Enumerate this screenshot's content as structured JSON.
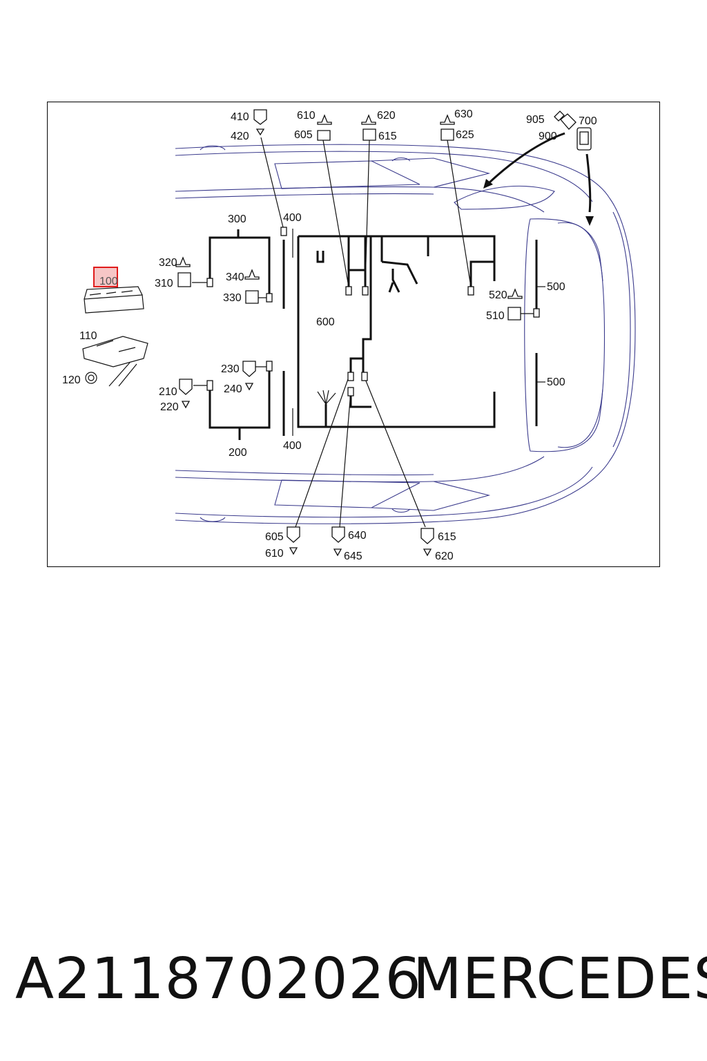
{
  "diagram": {
    "highlighted_label": "100",
    "labels": {
      "l410": "410",
      "l420": "420",
      "l610top": "610",
      "l605top": "605",
      "l620top": "620",
      "l615top": "615",
      "l630": "630",
      "l625": "625",
      "l905": "905",
      "l900": "900",
      "l700": "700",
      "l300": "300",
      "l400top": "400",
      "l320": "320",
      "l310": "310",
      "l340": "340",
      "l330": "330",
      "l110": "110",
      "l120": "120",
      "l600": "600",
      "l520": "520",
      "l510": "510",
      "l500a": "500",
      "l500b": "500",
      "l230": "230",
      "l240": "240",
      "l210": "210",
      "l220": "220",
      "l200": "200",
      "l400bot": "400",
      "l605bot": "605",
      "l610bot": "610",
      "l640": "640",
      "l645": "645",
      "l615bot": "615",
      "l620bot": "620"
    }
  },
  "footer": {
    "part_number": "A2118702026",
    "brand": "MERCEDES"
  }
}
